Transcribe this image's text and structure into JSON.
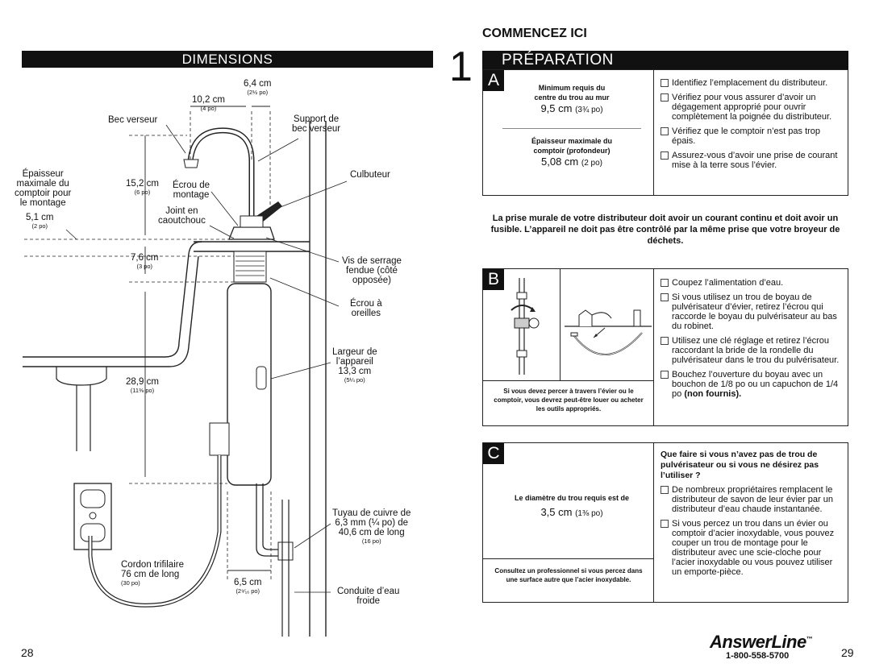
{
  "left": {
    "banner": "DIMENSIONS",
    "labels": {
      "top_w": "6,4 cm",
      "top_w_sub": "(2½ po)",
      "spout_w": "10,2 cm",
      "spout_w_sub": "(4 po)",
      "bec": "Bec verseur",
      "support": "Support de\nbec verseur",
      "culbuteur": "Culbuteur",
      "epaisseur": "Épaisseur\nmaximale du\ncomptoir pour\nle montage",
      "ep_val": "5,1 cm",
      "ep_sub": "(2 po)",
      "h1": "15,2 cm",
      "h1_sub": "(6 po)",
      "ecrou_montage": "Écrou de\nmontage",
      "joint": "Joint en\ncaoutchouc",
      "h2": "7,6 cm",
      "h2_sub": "(3 po)",
      "vis": "Vis de serrage\nfendue (côté\nopposée)",
      "ecrou_oreilles": "Écrou à\noreilles",
      "largeur": "Largeur de\nl’appareil\n13,3 cm",
      "largeur_sub": "(5¼ po)",
      "h3": "28,9 cm",
      "h3_sub": "(11⅜ po)",
      "tuyau": "Tuyau de cuivre de\n6,3 mm (¼ po) de\n40,6 cm de long",
      "tuyau_sub": "(16 po)",
      "cordon": "Cordon trifilaire\n76 cm de long",
      "cordon_sub": "(30 po)",
      "w_bottom": "6,5 cm",
      "w_bottom_sub": "(2⁹⁄₁₆ po)",
      "conduite": "Conduite d’eau\nfroide"
    },
    "page_number": "28"
  },
  "right": {
    "start": "COMMENCEZ ICI",
    "step": "1",
    "banner": "PRÉPARATION",
    "a": {
      "letter": "A",
      "min_head": "Minimum requis du\ncentre du trou au mur",
      "min_val": "9,5 cm",
      "min_sub": "(3¾ po)",
      "max_head": "Épaisseur maximale du\ncomptoir (profondeur)",
      "max_val": "5,08 cm",
      "max_sub": "(2 po)",
      "checks": [
        "Identifiez l’emplacement du distributeur.",
        "Vérifiez pour vous assurer d’avoir un dégagement approprié pour ouvrir complètement la poignée du distributeur.",
        "Vérifiez que le comptoir n’est pas trop épais.",
        "Assurez-vous d’avoir une prise de courant mise à la terre sous l’évier."
      ]
    },
    "warning": "La prise murale de votre distributeur doit avoir un courant continu et doit avoir un fusible. L’appareil ne doit pas être contrôlé par la même prise que votre broyeur de déchets.",
    "b": {
      "letter": "B",
      "note": "Si vous devez percer à travers l’évier ou le comptoir, vous devrez peut-être louer ou acheter les outils appropriés.",
      "checks": [
        "Coupez l’alimentation d’eau.",
        "Si vous utilisez un trou de boyau de pulvérisateur d’évier, retirez l’écrou qui raccorde le boyau du pulvérisateur au bas du robinet.",
        "Utilisez une clé réglage et retirez l’écrou raccordant la bride de la rondelle du pulvérisateur dans le trou du pulvérisateur.",
        "Bouchez l’ouverture du boyau avec un bouchon de 1/8 po ou un capuchon de 1/4 po"
      ],
      "non_fournis": "(non fournis)."
    },
    "c": {
      "letter": "C",
      "diam_head": "Le diamètre du trou requis est de",
      "diam_val": "3,5 cm",
      "diam_sub": "(1⅜ po)",
      "note": "Consultez un professionnel si vous percez dans une surface autre que l’acier inoxydable.",
      "question": "Que faire si vous n’avez pas de trou de pulvérisateur ou si vous ne désirez pas l’utiliser ?",
      "checks": [
        "De nombreux propriétaires remplacent le distributeur de savon de leur évier par un distributeur d’eau chaude instantanée.",
        "Si vous percez un trou dans un évier ou comptoir d’acier inoxydable, vous pouvez couper un trou de montage pour le distributeur avec une scie-cloche pour l’acier inoxydable ou vous pouvez utiliser un emporte-pièce."
      ]
    },
    "brand": "AnswerLine",
    "brand_tm": "™",
    "phone": "1-800-558-5700",
    "page_number": "29"
  }
}
